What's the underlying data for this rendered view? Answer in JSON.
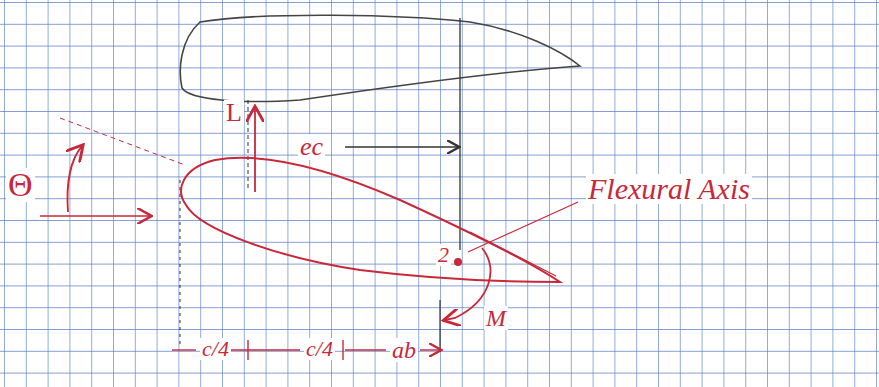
{
  "diagram": {
    "labels": [
      "Θ",
      "L",
      "ec",
      "2",
      "Flexural Axis",
      "M",
      "c/4",
      "c/4",
      "ab"
    ]
  }
}
